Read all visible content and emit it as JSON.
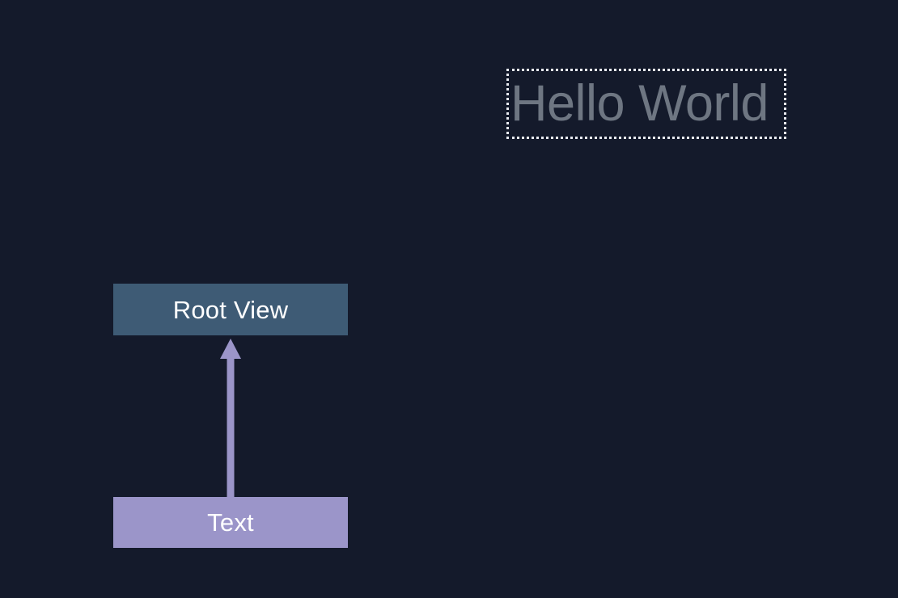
{
  "app": {
    "background_color": "#141a2b"
  },
  "preview": {
    "text": "Hello World",
    "text_color": "#6e7682",
    "selection_border_color": "#e8eaf0",
    "selection_border_style": "dotted"
  },
  "hierarchy": {
    "title": "",
    "nodes": [
      {
        "id": "root-view",
        "label": "Root View",
        "fill_color": "#3e5b75",
        "text_color": "#ffffff"
      },
      {
        "id": "text",
        "label": "Text",
        "fill_color": "#9b95c9",
        "text_color": "#ffffff"
      }
    ],
    "edges": [
      {
        "from": "text",
        "to": "root-view",
        "color": "#9b95c9",
        "arrow": "up"
      }
    ]
  }
}
